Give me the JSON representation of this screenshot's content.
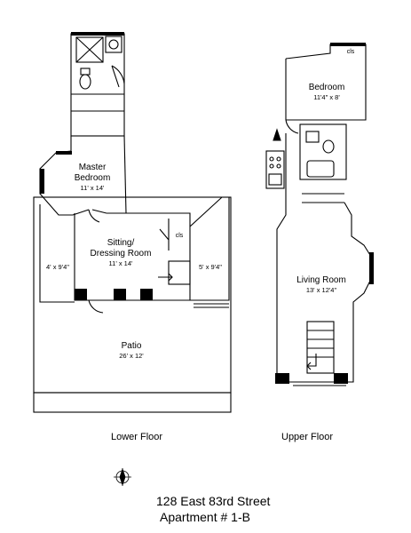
{
  "lower": {
    "master_bedroom": {
      "line1": "Master",
      "line2": "Bedroom",
      "dims": "11' x 14'"
    },
    "sitting": {
      "line1": "Sitting/",
      "line2": "Dressing Room",
      "dims": "11' x 14'"
    },
    "closet": "cls",
    "west_dims": "4' x 9'4\"",
    "east_dims": "5' x 9'4\"",
    "patio": {
      "name": "Patio",
      "dims": "26' x 12'"
    }
  },
  "upper": {
    "bedroom": {
      "name": "Bedroom",
      "dims": "11'4\" x 8'"
    },
    "closet": "cls",
    "living": {
      "name": "Living Room",
      "dims": "13' x 12'4\""
    }
  },
  "captions": {
    "lower_floor": "Lower Floor",
    "upper_floor": "Upper Floor",
    "address_line1": "128 East 83rd Street",
    "address_line2": "Apartment # 1-B"
  },
  "colors": {
    "wall": "#000000",
    "ink": "#000000",
    "background": "#ffffff"
  }
}
